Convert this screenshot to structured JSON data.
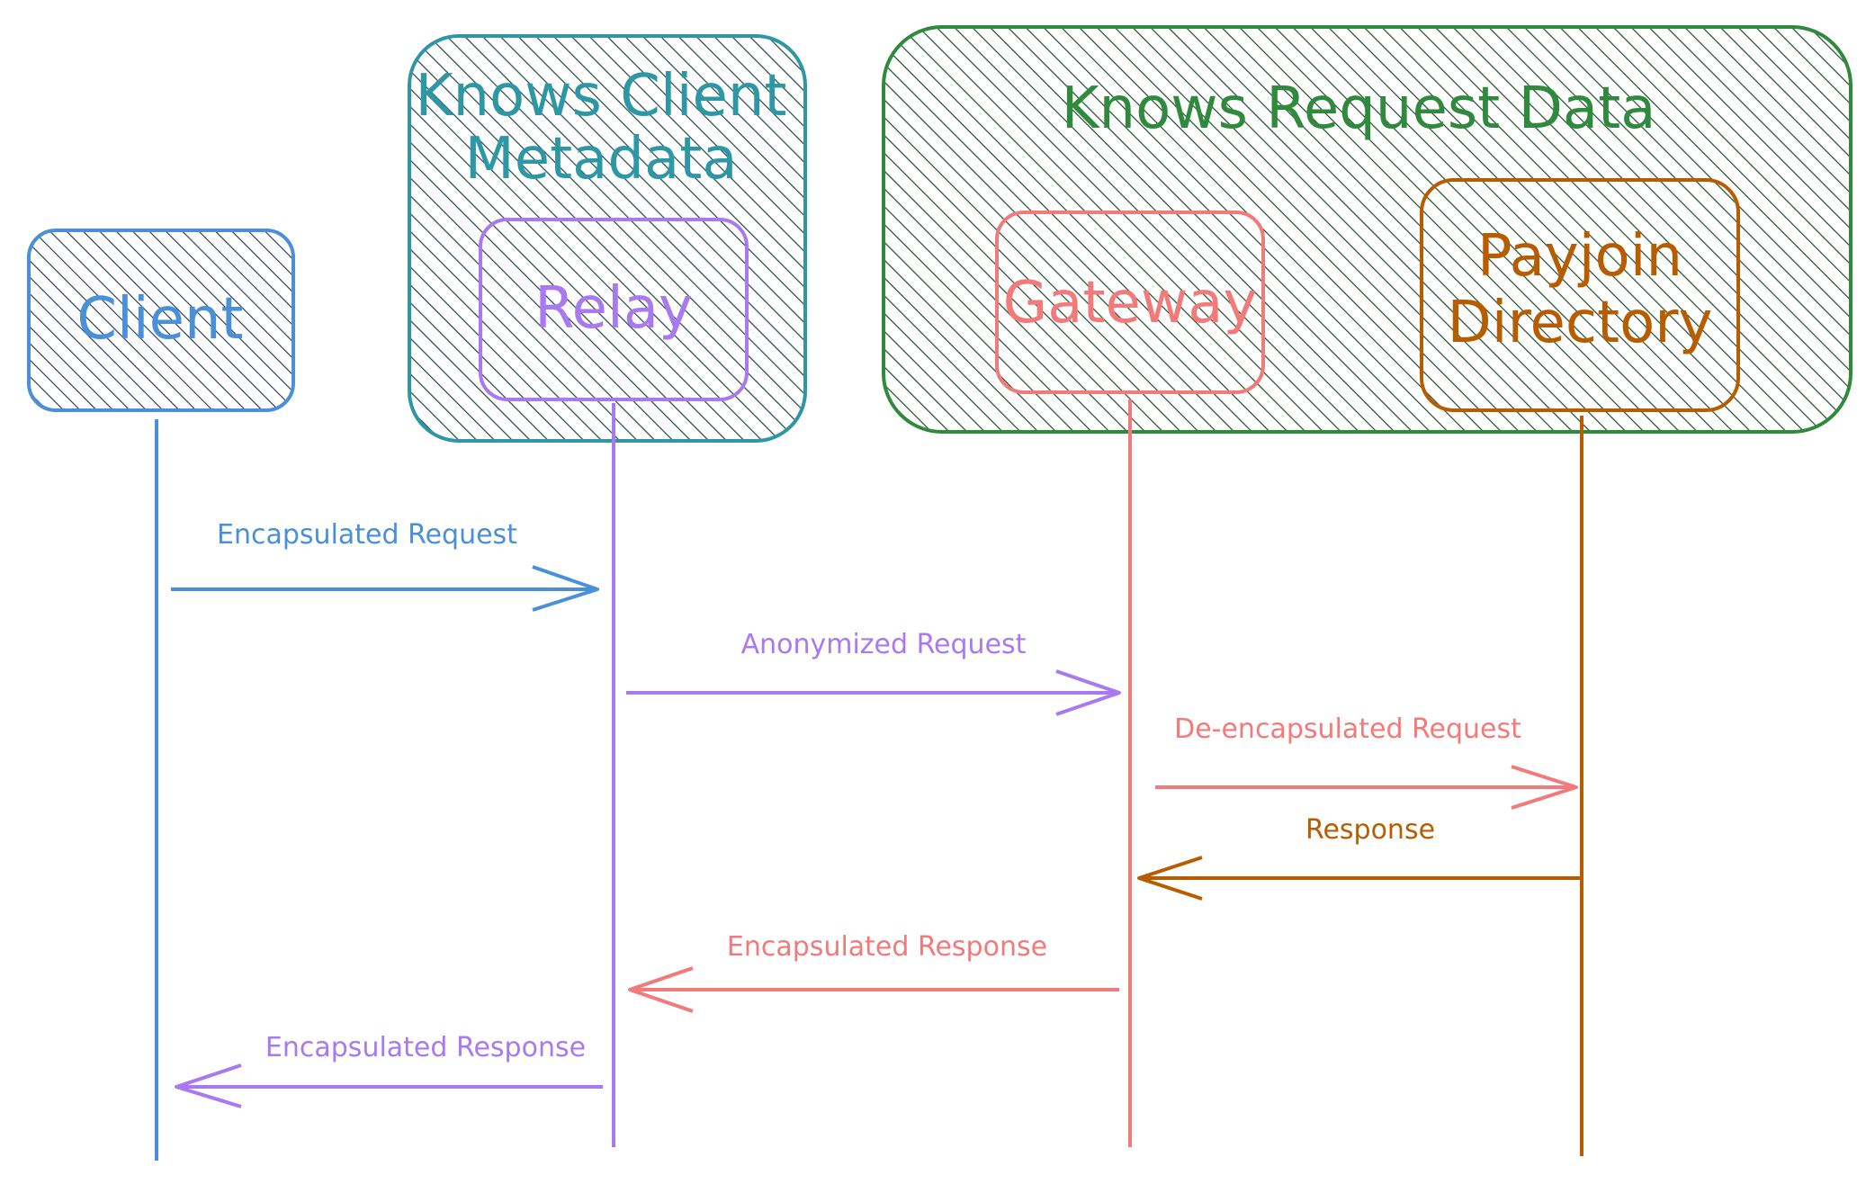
{
  "colors": {
    "client": "#4a90d9",
    "relay": "#a879f0",
    "gateway": "#f27a7a",
    "directory": "#b85c00",
    "teal": "#2e97a6",
    "green": "#2f8a3e",
    "hatch": "#1d3b3b"
  },
  "groups": {
    "client_metadata": {
      "title_line1": "Knows Client",
      "title_line2": "Metadata"
    },
    "request_data": {
      "title": "Knows Request Data"
    }
  },
  "participants": {
    "client": {
      "label": "Client"
    },
    "relay": {
      "label": "Relay"
    },
    "gateway": {
      "label": "Gateway"
    },
    "directory": {
      "label_line1": "Payjoin",
      "label_line2": "Directory"
    }
  },
  "messages": [
    {
      "from": "client",
      "to": "relay",
      "label": "Encapsulated Request"
    },
    {
      "from": "relay",
      "to": "gateway",
      "label": "Anonymized Request"
    },
    {
      "from": "gateway",
      "to": "directory",
      "label": "De-encapsulated Request"
    },
    {
      "from": "directory",
      "to": "gateway",
      "label": "Response"
    },
    {
      "from": "gateway",
      "to": "relay",
      "label": "Encapsulated Response"
    },
    {
      "from": "relay",
      "to": "client",
      "label": "Encapsulated Response"
    }
  ]
}
